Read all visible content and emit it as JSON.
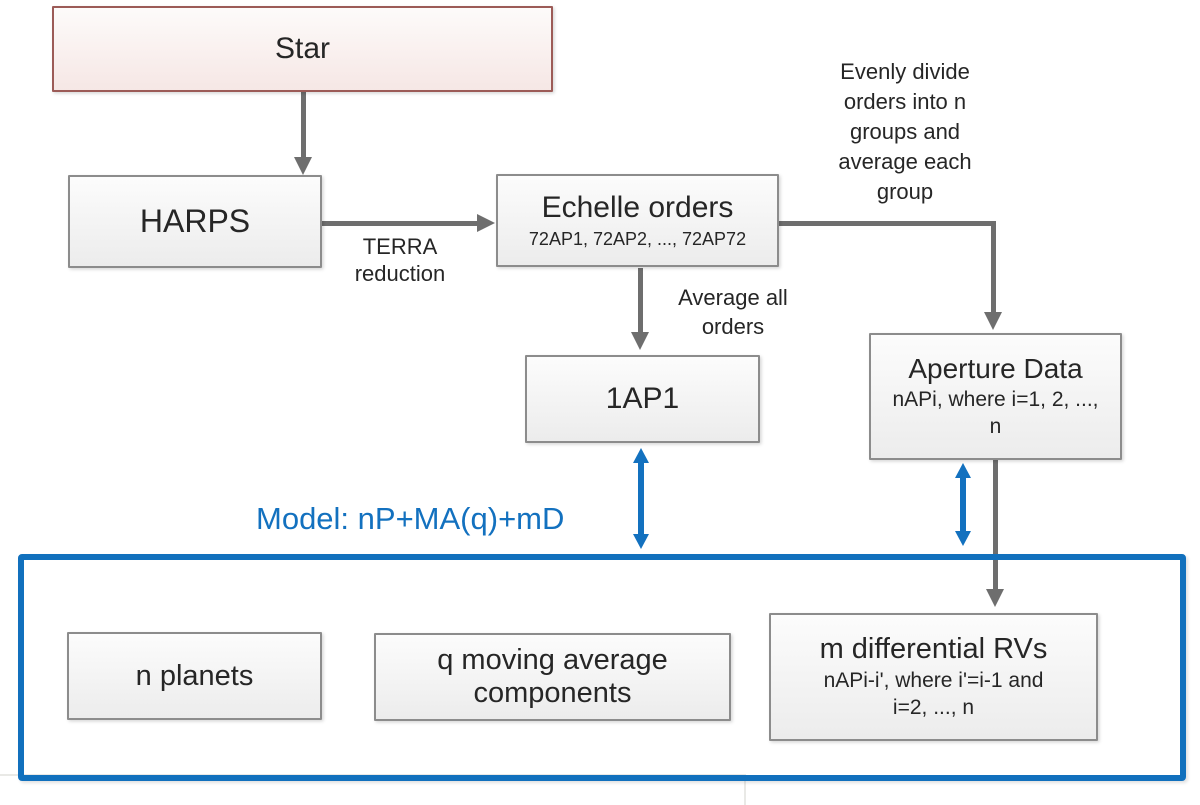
{
  "diagram": {
    "nodes": {
      "star": {
        "label": "Star"
      },
      "harps": {
        "label": "HARPS"
      },
      "echelle": {
        "label": "Echelle orders",
        "sublabel": "72AP1, 72AP2, ..., 72AP72"
      },
      "oneap1": {
        "label": "1AP1"
      },
      "aperture": {
        "label": "Aperture Data",
        "sublabel": "nAPi, where i=1, 2, ..., n"
      },
      "n_planets": {
        "label": "n planets"
      },
      "q_moving_average": {
        "label": "q moving average components"
      },
      "m_differential": {
        "label": "m differential RVs",
        "sublabel": "nAPi-i', where i'=i-1 and i=2, ..., n"
      }
    },
    "edge_labels": {
      "terra_reduction": "TERRA reduction",
      "average_all_orders": "Average all orders",
      "evenly_divide": "Evenly divide orders into n groups and average each group",
      "model": "Model: nP+MA(q)+mD"
    },
    "colors": {
      "accent_blue": "#1371BF",
      "arrow_gray": "#6E6E6E",
      "box_border_gray": "#8C8C8C",
      "star_border": "#9C5B57",
      "star_fill_bottom": "#F6E7E5",
      "box_fill_bottom": "#ECECEC"
    }
  }
}
